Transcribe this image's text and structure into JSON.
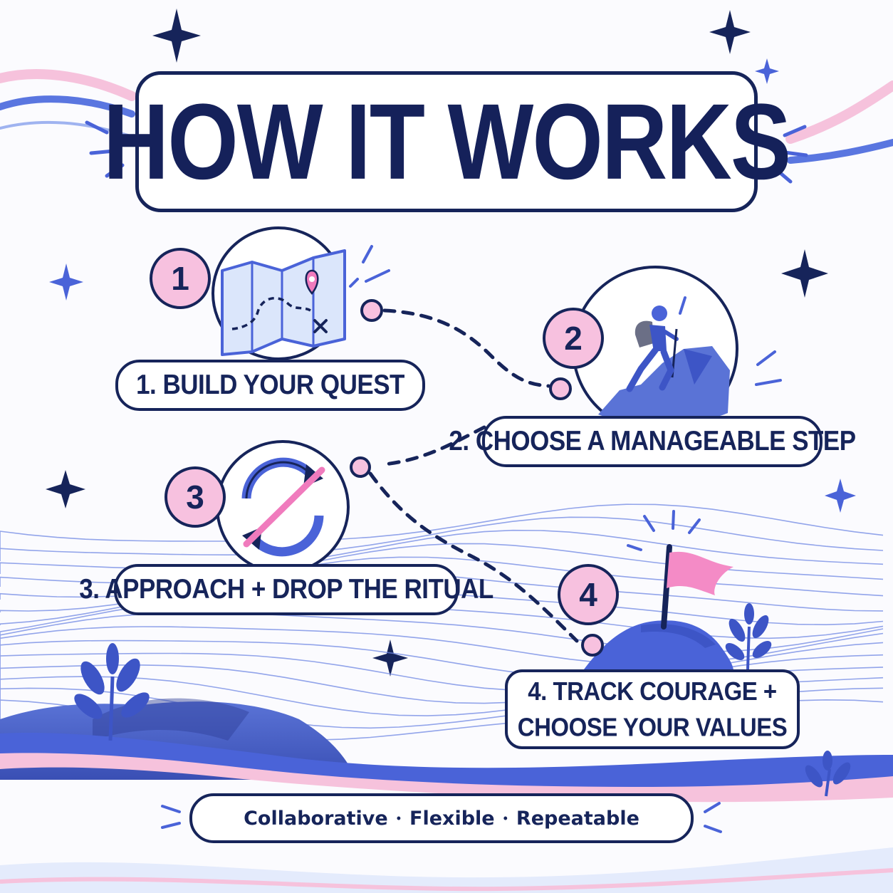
{
  "title": "HOW IT WORKS",
  "steps": [
    {
      "number": "1",
      "label_lines": [
        "1. BUILD YOUR QUEST"
      ],
      "icon": "map-icon"
    },
    {
      "number": "2",
      "label_lines": [
        "2. CHOOSE A MANAGEABLE STEP"
      ],
      "icon": "hiker-icon"
    },
    {
      "number": "3",
      "label_lines": [
        "3. APPROACH + DROP THE RITUAL"
      ],
      "icon": "cycle-cancel-icon"
    },
    {
      "number": "4",
      "label_lines": [
        "4. TRACK COURAGE +",
        "CHOOSE YOUR VALUES"
      ],
      "icon": "summit-flag-icon"
    }
  ],
  "tagline": {
    "items": [
      "Collaborative",
      "Flexible",
      "Repeatable"
    ],
    "separator": "•"
  },
  "colors": {
    "navy": "#16245a",
    "pink": "#f7c1df",
    "blue": "#4a63d8",
    "light_blue": "#dbe6fb"
  }
}
